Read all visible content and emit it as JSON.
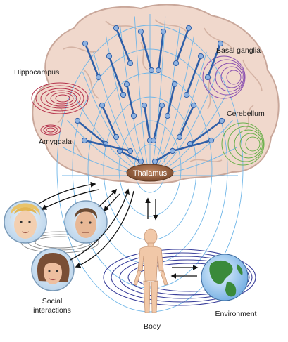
{
  "labels": {
    "hippocampus": "Hippocampus",
    "amygdala": "Amygdala",
    "basal_ganglia": "Basal ganglia",
    "cerebellum": "Cerebellum",
    "thalamus": "Thalamus",
    "social_line1": "Social",
    "social_line2": "interactions",
    "environment": "Environment",
    "body": "Body"
  },
  "icons": {
    "brain": "brain-icon",
    "face_blond": "face-icon",
    "face_man": "face-icon",
    "face_woman": "face-icon",
    "human_body": "human-body-icon",
    "globe": "globe-icon"
  },
  "colors": {
    "brain_fill": "#f0d8cc",
    "brain_outline": "#c9a79a",
    "network_lines": "#2f5fa8",
    "network_nodes": "#8fb2e0",
    "radial_lines": "#6fb6e8",
    "hippocampus": "#b5304a",
    "basal_ganglia": "#8a4fb0",
    "cerebellum": "#6ab04a",
    "thalamus": "#8b5a3c",
    "orbits": "#3a3f9a",
    "arrows": "#111111"
  }
}
